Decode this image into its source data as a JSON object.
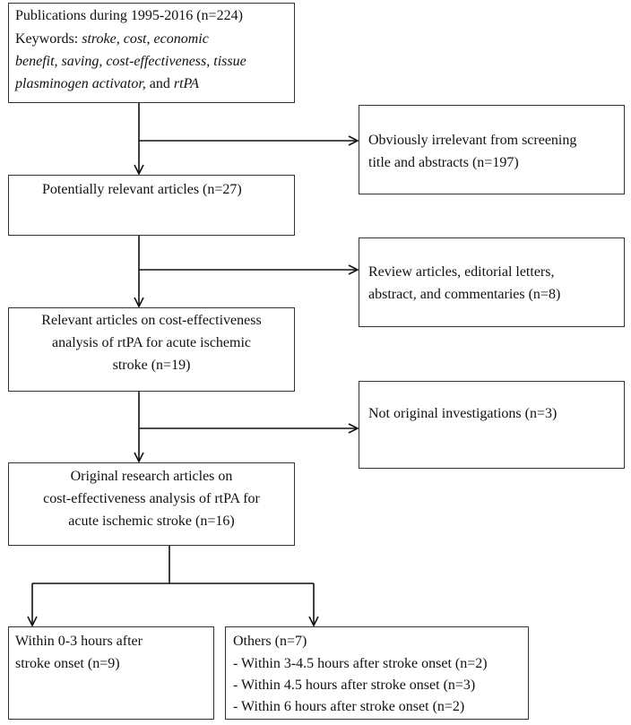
{
  "box1": {
    "line1": "Publications during 1995-2016 (n=224)",
    "keywords_prefix": "Keywords: ",
    "keywords_line1_italic": "stroke, cost, economic",
    "keywords_line2_italic": "benefit, saving, cost-effectiveness, tissue",
    "keywords_line3_italic": "plasminogen activator,",
    "keywords_line3_and": " and ",
    "keywords_line3_last": "rtPA"
  },
  "exclusion1": {
    "line1": "Obviously irrelevant from screening",
    "line2": "title and abstracts (n=197)"
  },
  "box2": {
    "line1": "Potentially relevant articles (n=27)"
  },
  "exclusion2": {
    "line1": "Review articles, editorial letters,",
    "line2": "abstract, and commentaries (n=8)"
  },
  "box3": {
    "line1": "Relevant articles on cost-effectiveness",
    "line2": "analysis of rtPA for acute ischemic",
    "line3": "stroke (n=19)"
  },
  "exclusion3": {
    "line1": "Not original investigations (n=3)"
  },
  "box4": {
    "line1": "Original research articles on",
    "line2": "cost-effectiveness analysis of rtPA for",
    "line3": "acute ischemic stroke (n=16)"
  },
  "box5": {
    "line1": "Within 0-3 hours after",
    "line2": "stroke onset (n=9)"
  },
  "box6": {
    "line1": "Others (n=7)",
    "line2": "- Within 3-4.5 hours after stroke onset (n=2)",
    "line3": "- Within 4.5 hours after stroke onset (n=3)",
    "line4": "- Within 6 hours after stroke onset (n=2)"
  }
}
